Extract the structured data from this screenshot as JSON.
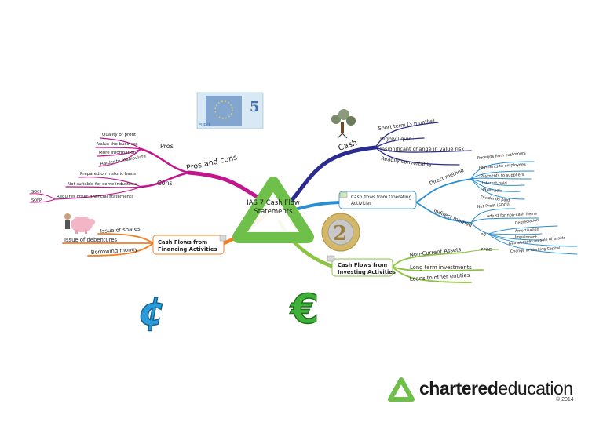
{
  "center": {
    "line1": "IAS 7 Cash Flow",
    "line2": "Statements"
  },
  "pros_cons": {
    "title": "Pros and cons",
    "pros": {
      "label": "Pros",
      "items": [
        "Quality of profit",
        "Value the business",
        "More information",
        "Harder to manipulate"
      ]
    },
    "cons": {
      "label": "Cons",
      "items": [
        "Prepared on historic basis",
        "Not suitable for some industries",
        "Requires other financial statements"
      ],
      "sub": [
        "SOCI",
        "SOFP"
      ]
    }
  },
  "cash": {
    "title": "Cash",
    "items": [
      "Short term (3 months)",
      "Highly liquid",
      "Insignificant change in value risk",
      "Readily convertable"
    ]
  },
  "operating": {
    "title_line1": "Cash flows from Operating",
    "title_line2": "Activities",
    "direct": {
      "label": "Direct method",
      "items": [
        "Receipts from customers",
        "Payments to employees",
        "Payments to suppliers",
        "Interest paid",
        "Taxes paid",
        "Dividends paid"
      ]
    },
    "indirect": {
      "label": "Indirect method",
      "items": [
        "Net Profit (SOCI)",
        "Adjust for non-cash items"
      ],
      "eg": "eg.",
      "eg_items": [
        "Depreciation",
        "Amortisation",
        "Impairment",
        "Gains/Losses on sale of assets",
        "Change in Working Capital"
      ]
    }
  },
  "investing": {
    "title_line1": "Cash Flows from",
    "title_line2": "Investing Activities",
    "items": [
      "Non-Current Assets",
      "Long term investments",
      "Loans to other entities"
    ],
    "sub": "PP&E"
  },
  "financing": {
    "title_line1": "Cash Flows from",
    "title_line2": "Financing Activities",
    "items": [
      "Issue of shares",
      "Issue of debentures",
      "Borrowing money"
    ]
  },
  "images": {
    "banknote_text": "5",
    "banknote_sub": "EURO",
    "coin_text": "2",
    "cent_symbol": "¢",
    "euro_symbol": "€"
  },
  "brand": {
    "bold": "chartered",
    "light": "education",
    "copyright": "© 2014"
  },
  "colors": {
    "pros_cons": "#c2168f",
    "cash": "#2b2c8f",
    "operating": "#2a8fd0",
    "investing": "#8cc43f",
    "financing": "#f07f22",
    "center": "#6fc04a"
  }
}
